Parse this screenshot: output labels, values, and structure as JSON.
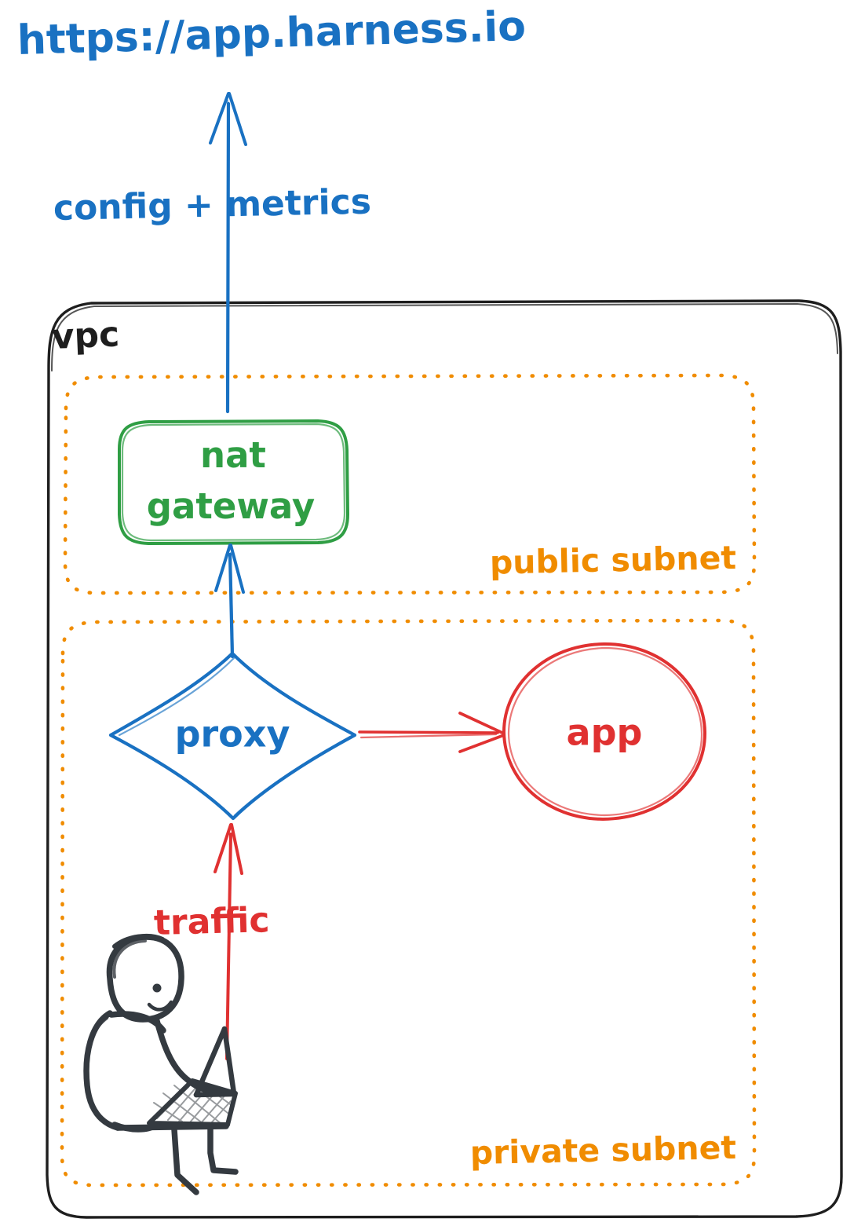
{
  "diagram": {
    "title": "Harness VPC network architecture (hand-drawn)",
    "external_endpoint": {
      "label": "https://app.harness.io",
      "color": "#1971c2"
    },
    "edges": [
      {
        "id": "nat-to-internet",
        "label": "config + metrics",
        "from": "nat gateway",
        "to": "https://app.harness.io",
        "color": "#1971c2",
        "direction": "up"
      },
      {
        "id": "proxy-to-nat",
        "label": "",
        "from": "proxy",
        "to": "nat gateway",
        "color": "#1971c2",
        "direction": "up"
      },
      {
        "id": "proxy-to-app",
        "label": "",
        "from": "proxy",
        "to": "app",
        "color": "#e03131",
        "direction": "right"
      },
      {
        "id": "user-to-proxy",
        "label": "traffic",
        "from": "user",
        "to": "proxy",
        "color": "#e03131",
        "direction": "up"
      }
    ],
    "containers": [
      {
        "id": "vpc",
        "label": "vpc",
        "label_position": "top-left",
        "color": "#1e1e1e",
        "style": "solid-rounded"
      },
      {
        "id": "public-subnet",
        "label": "public subnet",
        "label_position": "bottom-right",
        "color": "#f08c00",
        "style": "dotted-rounded"
      },
      {
        "id": "private-subnet",
        "label": "private subnet",
        "label_position": "bottom-right",
        "color": "#f08c00",
        "style": "dotted-rounded"
      }
    ],
    "nodes": [
      {
        "id": "nat-gateway",
        "label_line1": "nat",
        "label_line2": "gateway",
        "shape": "rounded-rectangle",
        "color": "#2f9e44",
        "container": "public-subnet"
      },
      {
        "id": "proxy",
        "label": "proxy",
        "shape": "diamond",
        "color": "#1971c2",
        "container": "private-subnet"
      },
      {
        "id": "app",
        "label": "app",
        "shape": "ellipse",
        "color": "#e03131",
        "container": "private-subnet"
      },
      {
        "id": "user",
        "label": "",
        "shape": "person-with-laptop",
        "color": "#343a40",
        "container": "private-subnet"
      }
    ],
    "palette": {
      "blue": "#1971c2",
      "green": "#2f9e44",
      "red": "#e03131",
      "orange": "#f08c00",
      "black": "#1e1e1e",
      "figure": "#343a40",
      "background": "#ffffff"
    }
  }
}
